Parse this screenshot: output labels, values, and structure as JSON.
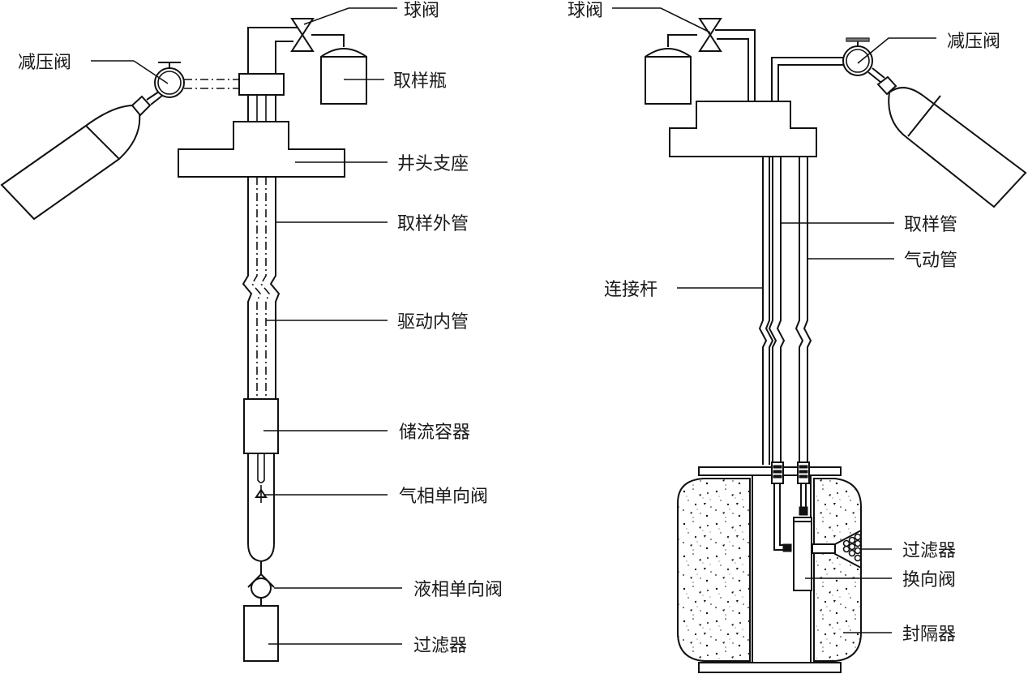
{
  "figure": {
    "left_system": {
      "labels": {
        "ball_valve": "球阀",
        "pressure_reducing_valve": "减压阀",
        "sampling_bottle": "取样瓶",
        "wellhead_support": "井头支座",
        "sampling_outer_tube": "取样外管",
        "drive_inner_tube": "驱动内管",
        "flow_storage_container": "储流容器",
        "gas_check_valve": "气相单向阀",
        "liquid_check_valve": "液相单向阀",
        "filter": "过滤器"
      }
    },
    "right_system": {
      "labels": {
        "ball_valve": "球阀",
        "pressure_reducing_valve": "减压阀",
        "sampling_tube": "取样管",
        "pneumatic_tube": "气动管",
        "connecting_rod": "连接杆",
        "filter": "过滤器",
        "reversing_valve": "换向阀",
        "packer": "封隔器"
      }
    },
    "colors": {
      "line": "#111111",
      "background": "#ffffff"
    }
  }
}
